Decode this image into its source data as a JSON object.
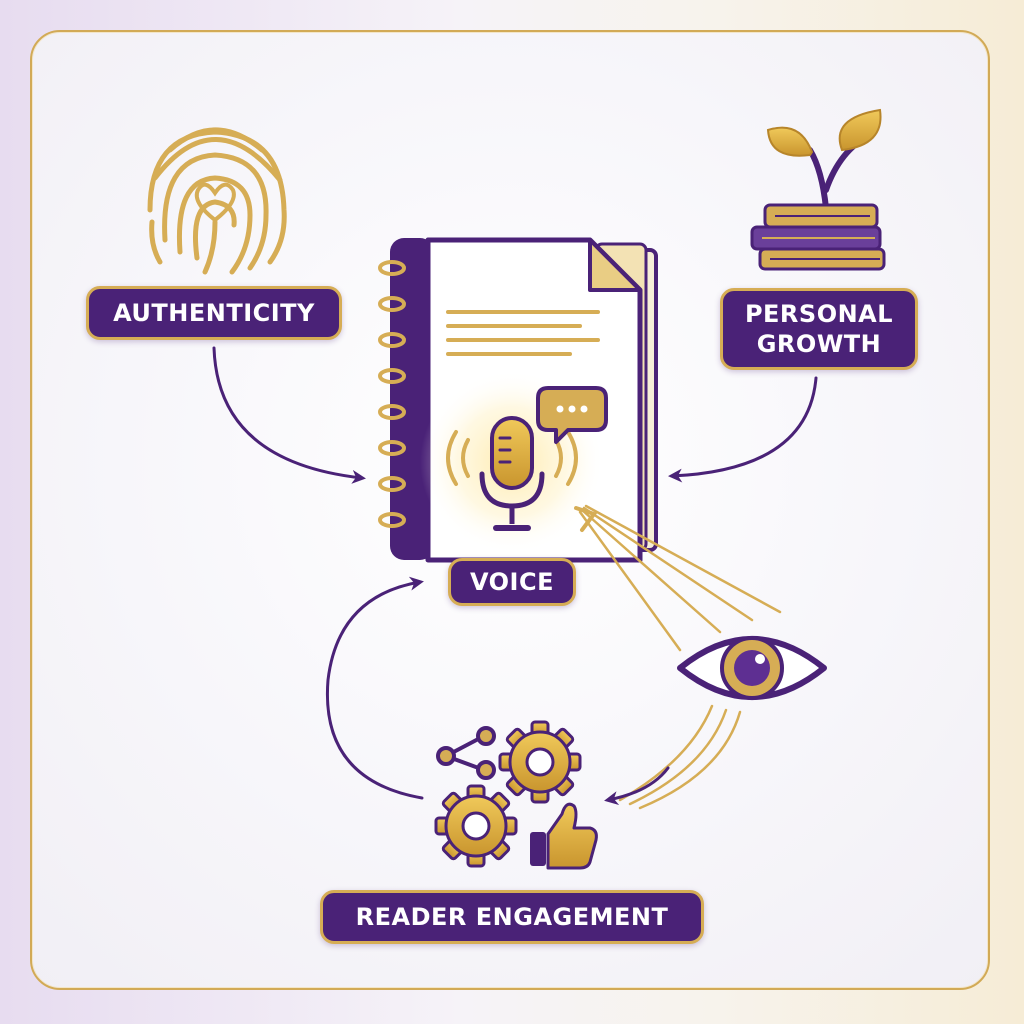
{
  "labels": {
    "authenticity": "AUTHENTICITY",
    "personal_growth_line1": "PERSONAL",
    "personal_growth_line2": "GROWTH",
    "voice": "VOICE",
    "reader_engagement": "READER ENGAGEMENT"
  },
  "icons": {
    "authenticity": "fingerprint-heart-icon",
    "personal_growth": "plant-on-books-icon",
    "voice": "notebook-microphone-icon",
    "reader_engagement": "gears-share-thumbsup-icon",
    "observer": "eye-icon"
  },
  "colors": {
    "purple": "#4a2277",
    "gold": "#d6ad55",
    "background": "#f7f6fa"
  }
}
